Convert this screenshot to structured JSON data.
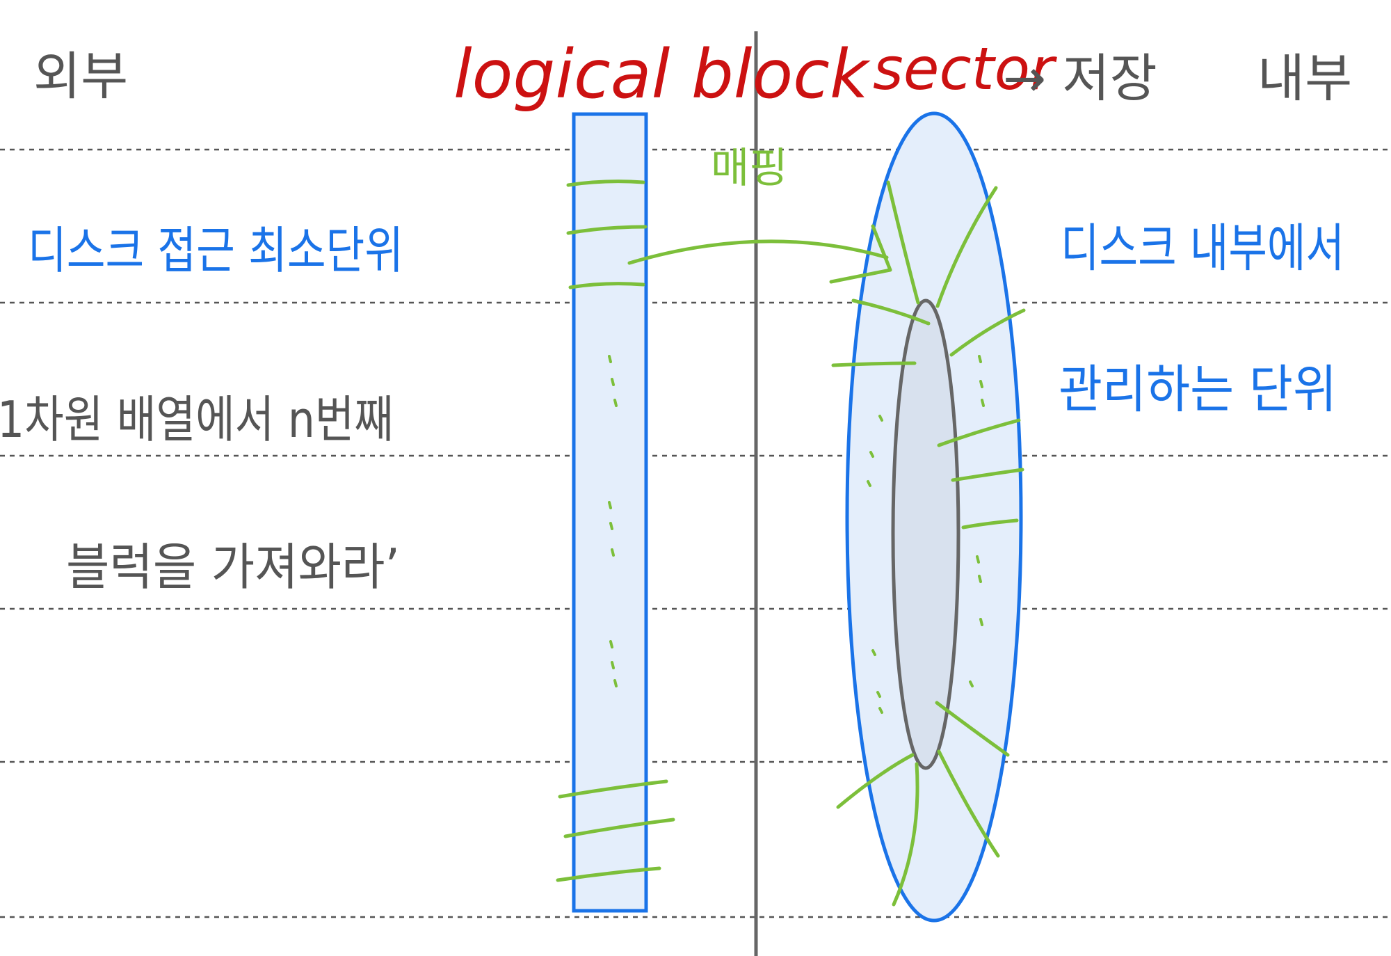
{
  "labels": {
    "outside": "외부",
    "inside": "내부",
    "logical_block": "logical block",
    "sector": "sector",
    "arrow_store": "→ 저장",
    "mapping": "매핑",
    "left_blue": "디스크 접근 최소단위",
    "right_blue_line1": "디스크 내부에서",
    "right_blue_line2": "관리하는 단위",
    "left_gray_line1": "1차원 배열에서 n번째",
    "left_gray_line2": "블럭을 가져와라’"
  },
  "colors": {
    "red": "#cc1111",
    "blue": "#1a73e8",
    "gray": "#555555",
    "green": "#7cbf3a",
    "fill_light": "#e4eefb",
    "fill_inner": "#d8e1ee"
  }
}
